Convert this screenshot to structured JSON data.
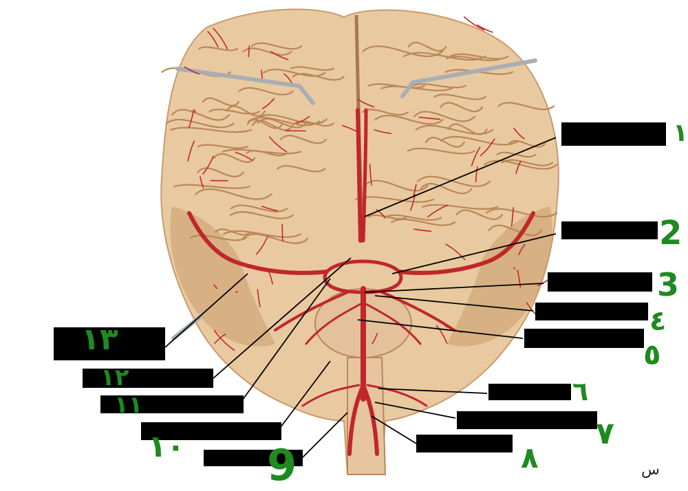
{
  "figure": {
    "subject": "Inferior view of the brain with labelled arteries",
    "colors": {
      "brain_fill": "#e9c9a0",
      "brain_shadow": "#c99a6c",
      "gyrus_line": "#b98758",
      "artery": "#c0262b",
      "label_box": "#000000",
      "handwriting": "#1f8a1f",
      "leader_line": "#000000",
      "retractor": "#a9aeb4"
    },
    "labels": [
      {
        "number": "1",
        "handwritten": "١",
        "side": "right"
      },
      {
        "number": "2",
        "handwritten": "2",
        "side": "right"
      },
      {
        "number": "3",
        "handwritten": "3",
        "side": "right"
      },
      {
        "number": "4",
        "handwritten": "٤",
        "side": "right"
      },
      {
        "number": "5",
        "handwritten": "٥",
        "side": "right"
      },
      {
        "number": "6",
        "handwritten": "٦",
        "side": "right"
      },
      {
        "number": "7",
        "handwritten": "٧",
        "side": "right"
      },
      {
        "number": "8",
        "handwritten": "٨",
        "side": "right"
      },
      {
        "number": "9",
        "handwritten": "9",
        "side": "left"
      },
      {
        "number": "10",
        "handwritten": "١٠",
        "side": "left"
      },
      {
        "number": "11",
        "handwritten": "١١",
        "side": "left"
      },
      {
        "number": "12",
        "handwritten": "١٢",
        "side": "left"
      },
      {
        "number": "13",
        "handwritten": "١٣",
        "side": "left"
      }
    ],
    "corner_mark": "س"
  }
}
